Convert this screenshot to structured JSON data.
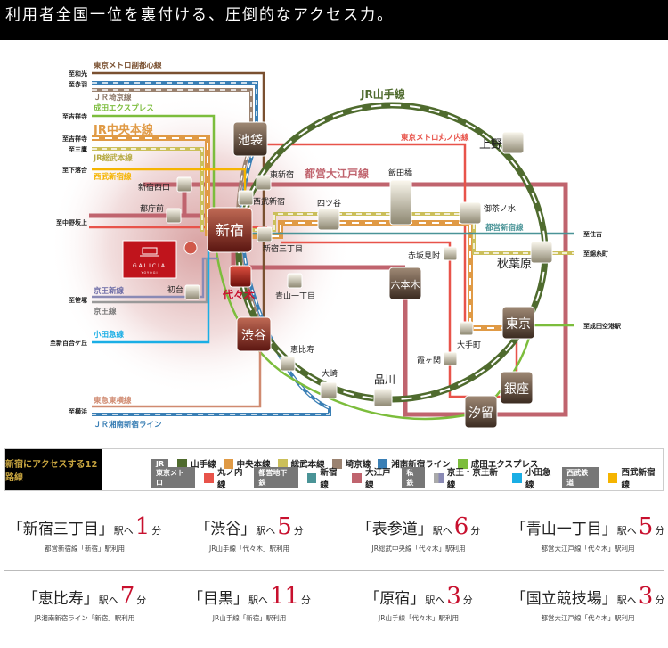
{
  "header": {
    "title": "利用者全国一位を裏付ける、圧倒的なアクセス力。"
  },
  "map": {
    "line_labels": {
      "fukutoshin": "東京メトロ副都心線",
      "saikyo": "ＪＲ埼京線",
      "nex": "成田エクスプレス",
      "chuo": "JR中央本線",
      "sobu": "JR総武本線",
      "seibu": "西武新宿線",
      "keio_new": "京王新線",
      "keio": "京王線",
      "odakyu": "小田急線",
      "toyoko": "東急東横線",
      "shonan": "ＪＲ湘南新宿ライン",
      "yamanote": "JR山手線",
      "marunouchi": "東京メトロ丸ノ内線",
      "oedo": "都営大江戸線",
      "shinjuku_line": "都営新宿線"
    },
    "destinations": {
      "wako": "至和光",
      "akabane": "至赤羽",
      "kichijoji1": "至吉祥寺",
      "kichijoji2": "至吉祥寺",
      "mitaka": "至三鷹",
      "shimoochiai": "至下落合",
      "nakano": "至中野坂上",
      "sasazuka": "至笹塚",
      "yurigaoka": "至新百合ケ丘",
      "yokohama": "至横浜",
      "sumiyoshi": "至住吉",
      "kinshicho": "至錦糸町",
      "narita": "至成田空港駅"
    },
    "stations": {
      "ikebukuro": "池袋",
      "shinjuku": "新宿",
      "yoyogi": "代々木",
      "shibuya": "渋谷",
      "ebisu": "恵比寿",
      "osaki": "大崎",
      "shinagawa": "品川",
      "tokyo": "東京",
      "ginza": "銀座",
      "shiodome": "汐留",
      "roppongi": "六本木",
      "ueno": "上野",
      "akihabara": "秋葉原",
      "ochanomizu": "御茶ノ水",
      "iidabashi": "飯田橋",
      "yotsuya": "四ツ谷",
      "akasaka": "赤坂見附",
      "otemachi": "大手町",
      "kasumigaseki": "霞ヶ関",
      "shinjuku3": "新宿三丁目",
      "aoyama1": "青山一丁目",
      "higashishinjuku": "東新宿",
      "seibushinjuku": "西武新宿",
      "nishiguchi": "新宿西口",
      "tochomae": "都庁前",
      "hatsudai": "初台"
    },
    "property": {
      "name": "GALICIA",
      "sub": "YOYOGI"
    }
  },
  "legend": {
    "title": "新宿にアクセスする12路線",
    "rows": [
      {
        "cat": "JR",
        "items": [
          {
            "label": "山手線",
            "color": "#4f6b2e"
          },
          {
            "label": "中央本線",
            "color": "#e09a45"
          },
          {
            "label": "総武本線",
            "color": "#cbbf5a"
          },
          {
            "label": "埼京線",
            "color": "#9a8270"
          },
          {
            "label": "湘南新宿ライン",
            "color": "#3a7fb5"
          },
          {
            "label": "成田エクスプレス",
            "color": "#7cbd3c"
          }
        ]
      },
      {
        "cat": "東京メトロ",
        "items": [
          {
            "label": "丸ノ内線",
            "color": "#e8534a"
          }
        ],
        "cat2": "都営地下鉄",
        "items2": [
          {
            "label": "新宿線",
            "color": "#4a9497"
          },
          {
            "label": "大江戸線",
            "color": "#c0646e"
          }
        ],
        "cat3": "私鉄",
        "items3": [
          {
            "label": "京王・京王新線",
            "color": "#8a8ab5"
          },
          {
            "label": "小田急線",
            "color": "#1aaee5"
          }
        ],
        "cat4": "西武鉄道",
        "items4": [
          {
            "label": "西武新宿線",
            "color": "#f5b400"
          }
        ]
      }
    ]
  },
  "access": [
    {
      "station": "「新宿三丁目」",
      "to": "駅へ",
      "min": "1",
      "unit": "分",
      "note": "都営新宿線「新宿」駅利用"
    },
    {
      "station": "「渋谷」",
      "to": "駅へ",
      "min": "5",
      "unit": "分",
      "note": "JR山手線「代々木」駅利用"
    },
    {
      "station": "「表参道」",
      "to": "駅へ",
      "min": "6",
      "unit": "分",
      "note": "JR総武中央線「代々木」駅利用"
    },
    {
      "station": "「青山一丁目」",
      "to": "駅へ",
      "min": "5",
      "unit": "分",
      "note": "都営大江戸線「代々木」駅利用"
    },
    {
      "station": "「恵比寿」",
      "to": "駅へ",
      "min": "7",
      "unit": "分",
      "note": "JR湘南新宿ライン「新宿」駅利用"
    },
    {
      "station": "「目黒」",
      "to": "駅へ",
      "min": "11",
      "unit": "分",
      "note": "JR山手線「新宿」駅利用"
    },
    {
      "station": "「原宿」",
      "to": "駅へ",
      "min": "3",
      "unit": "分",
      "note": "JR山手線「代々木」駅利用"
    },
    {
      "station": "「国立競技場」",
      "to": "駅へ",
      "min": "3",
      "unit": "分",
      "note": "都営大江戸線「代々木」駅利用"
    }
  ]
}
